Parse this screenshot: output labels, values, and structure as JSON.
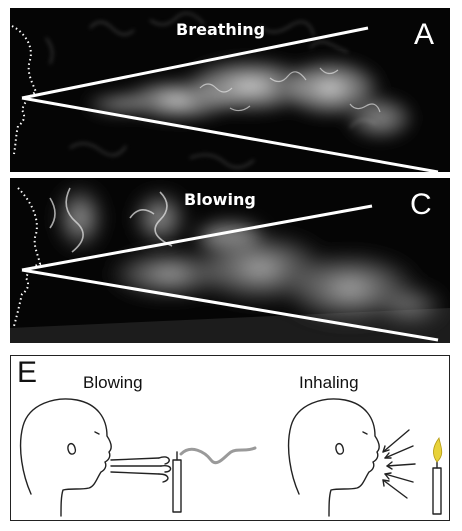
{
  "panels": {
    "a": {
      "letter": "A",
      "title": "Breathing"
    },
    "c": {
      "letter": "C",
      "title": "Blowing"
    },
    "e": {
      "letter": "E",
      "left_label": "Blowing",
      "right_label": "Inhaling"
    }
  },
  "colors": {
    "background": "#050505",
    "smoke": "#d8d8d8",
    "line": "#ffffff",
    "flame": "#e8d23a"
  }
}
